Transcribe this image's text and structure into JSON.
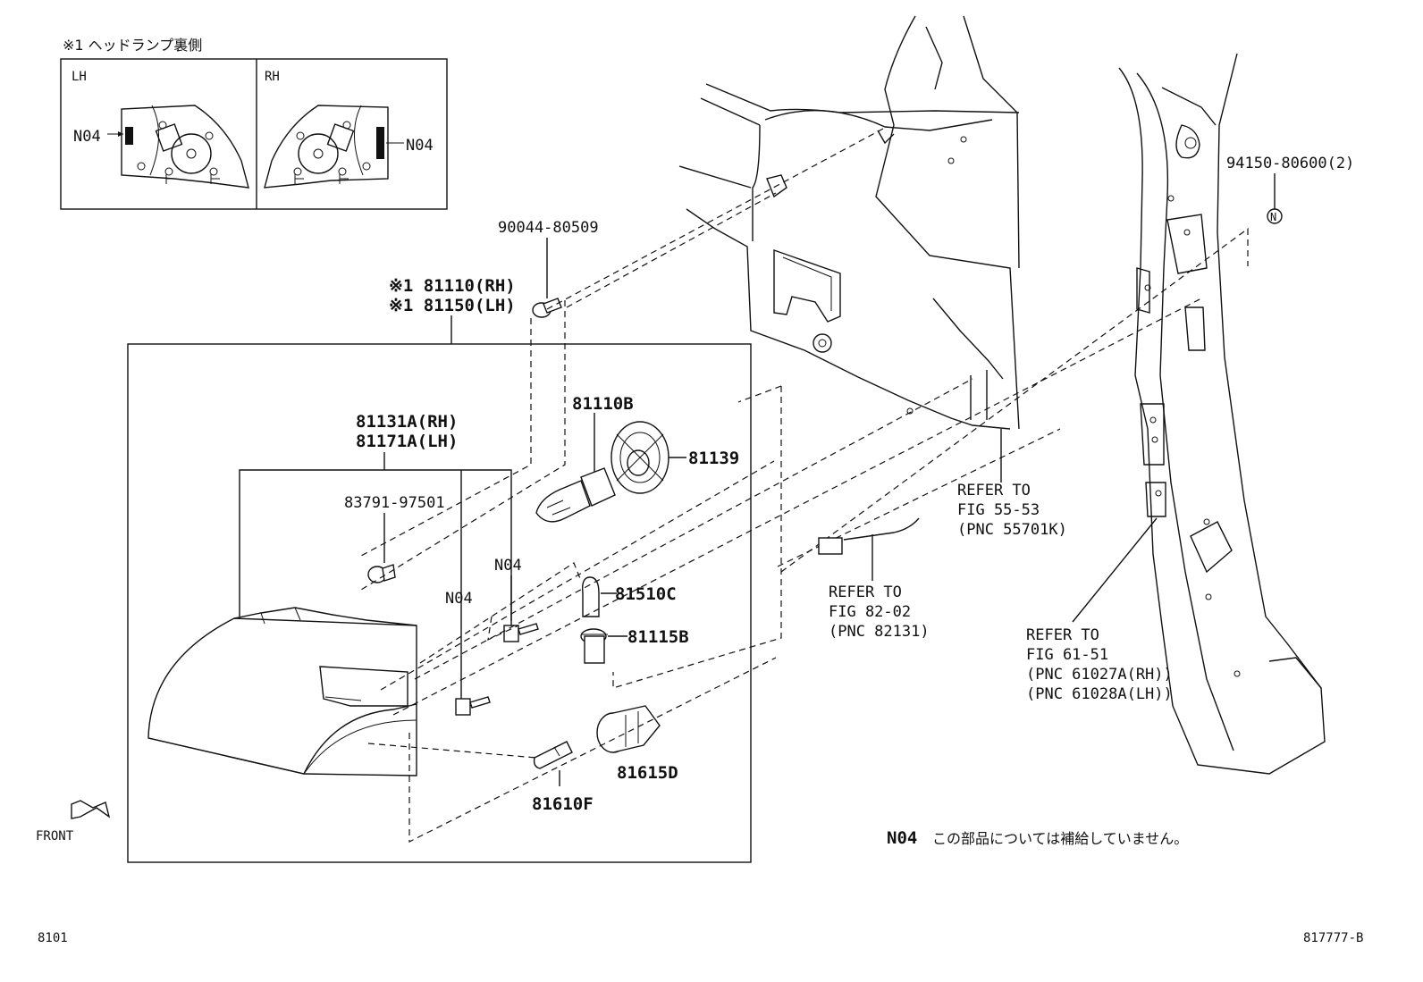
{
  "inset": {
    "title": "※1 ヘッドランプ裏側",
    "lh": "LH",
    "rh": "RH",
    "n04_left": "N04",
    "n04_right": "N04"
  },
  "labels": {
    "p90044": "90044-80509",
    "p81110": "※1 81110(RH)",
    "p81150": "※1 81150(LH)",
    "p81131": "81131A(RH)",
    "p81171": "81171A(LH)",
    "p83791": "83791-97501",
    "p81110b": "81110B",
    "p81139": "81139",
    "n04_a": "N04",
    "n04_b": "N04",
    "p81510c": "81510C",
    "p81115b": "81115B",
    "p81615d": "81615D",
    "p81610f": "81610F",
    "p94150": "94150-80600(2)",
    "n_mark": "N"
  },
  "refs": {
    "r1": [
      "REFER TO",
      "FIG 55-53",
      "(PNC 55701K)"
    ],
    "r2": [
      "REFER TO",
      "FIG 82-02",
      "(PNC 82131)"
    ],
    "r3": [
      "REFER TO",
      "FIG 61-51",
      "(PNC 61027A(RH))",
      "(PNC 61028A(LH))"
    ]
  },
  "front": "FRONT",
  "note": {
    "code": "N04",
    "text": "この部品については補給していません。"
  },
  "footer": {
    "left": "8101",
    "right": "817777-B"
  }
}
